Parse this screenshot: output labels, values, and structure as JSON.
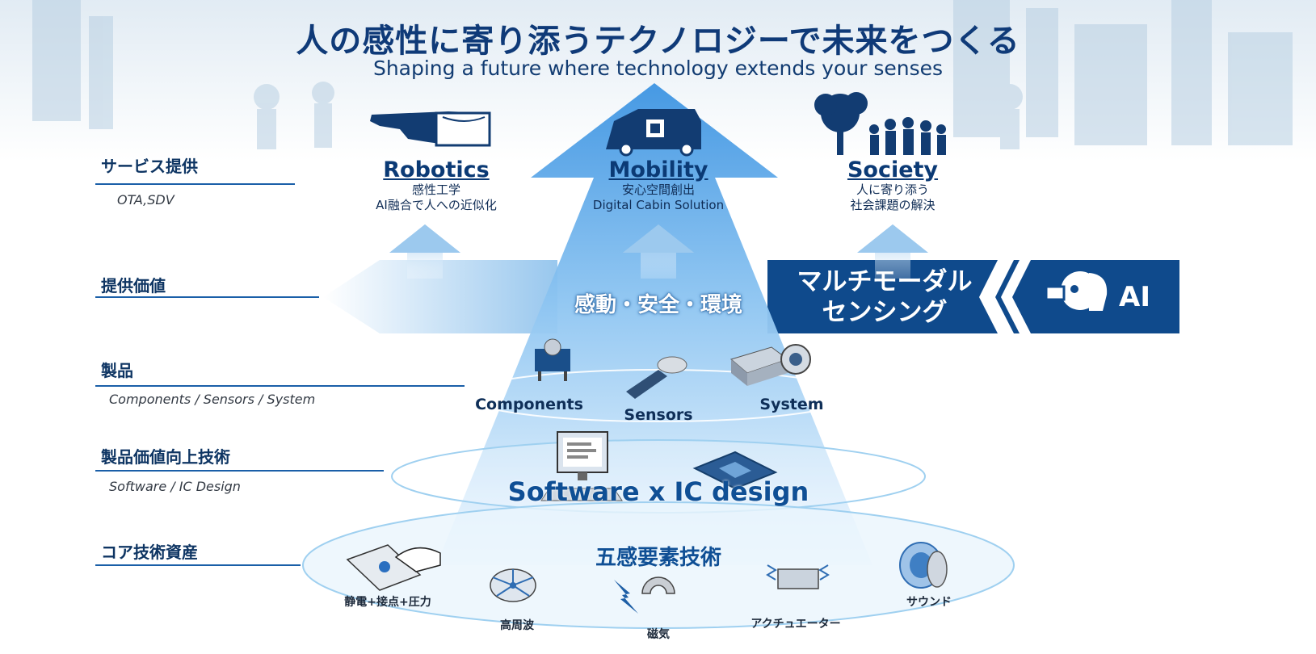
{
  "header": {
    "title": "人の感性に寄り添うテクノロジーで未来をつくる",
    "subtitle": "Shaping a future where technology extends your senses"
  },
  "layers": [
    {
      "label": "サービス提供",
      "sub": "OTA,SDV"
    },
    {
      "label": "提供価値",
      "sub": ""
    },
    {
      "label": "製品",
      "sub": "Components / Sensors / System"
    },
    {
      "label": "製品価値向上技術",
      "sub": "Software / IC Design"
    },
    {
      "label": "コア技術資産",
      "sub": ""
    }
  ],
  "pillars": [
    {
      "title": "Robotics",
      "line1": "感性工学",
      "line2": "AI融合で人への近似化"
    },
    {
      "title": "Mobility",
      "line1": "安心空間創出",
      "line2": "Digital Cabin Solution"
    },
    {
      "title": "Society",
      "line1": "人に寄り添う",
      "line2": "社会課題の解決"
    }
  ],
  "value": {
    "text": "感動・安全・環境"
  },
  "banner": {
    "line1": "マルチモーダル",
    "line2": "センシング",
    "ai": "AI"
  },
  "products": {
    "components": "Components",
    "sensors": "Sensors",
    "system": "System"
  },
  "tech": {
    "label": "Software x IC design"
  },
  "core": {
    "title": "五感要素技術",
    "items": [
      "静電+接点+圧力",
      "高周波",
      "磁気",
      "アクチュエーター",
      "サウンド"
    ]
  },
  "colors": {
    "navy": "#0d3b73",
    "banner": "#0f4a8c",
    "pyramid_top": "#3f97e3",
    "pyramid_bottom": "#dff0fd"
  }
}
